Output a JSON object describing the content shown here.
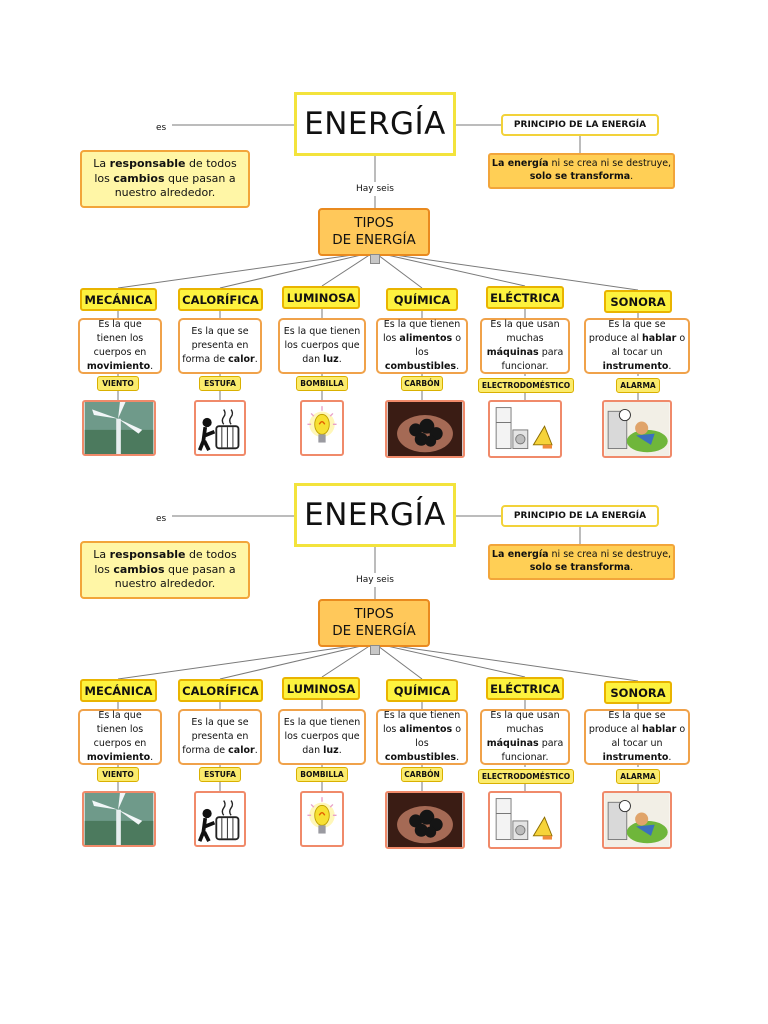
{
  "maps": [
    {
      "title": "ENERGÍA",
      "es_label": "es",
      "definition": {
        "pre": "La ",
        "b1": "responsable",
        "mid": " de todos los ",
        "b2": "cambios",
        "post": " que pasan a nuestro alrededor."
      },
      "principle_title": "PRINCIPIO DE LA ENERGÍA",
      "principle_text": {
        "b1": "La energía",
        "mid": " ni se crea ni se destruye, ",
        "b2": "solo se transforma",
        "post": "."
      },
      "hay_label": "Hay seis",
      "tipos_line1": "TIPOS",
      "tipos_line2": "DE ENERGÍA",
      "categories": [
        {
          "name": "MECÁNICA",
          "desc": {
            "pre": "Es la que tienen los cuerpos en ",
            "b": "movimiento",
            "post": "."
          },
          "example": "VIENTO",
          "image_icon": "wind-turbine-icon"
        },
        {
          "name": "CALORÍFICA",
          "desc": {
            "pre": "Es la que se presenta en forma de ",
            "b": "calor",
            "post": "."
          },
          "example": "ESTUFA",
          "image_icon": "heater-icon"
        },
        {
          "name": "LUMINOSA",
          "desc": {
            "pre": "Es la que tienen los cuerpos que dan ",
            "b": "luz",
            "post": "."
          },
          "example": "BOMBILLA",
          "image_icon": "lightbulb-icon"
        },
        {
          "name": "QUÍMICA",
          "desc": {
            "pre": "Es la que tienen los ",
            "b": "alimentos",
            "mid": " o los ",
            "b2": "combustibles",
            "post": "."
          },
          "example": "CARBÓN",
          "image_icon": "coal-icon"
        },
        {
          "name": "ELÉCTRICA",
          "desc": {
            "pre": "Es la que usan muchas ",
            "b": "máquinas",
            "post": " para funcionar."
          },
          "example": "ELECTRODOMÉSTICO",
          "image_icon": "appliances-icon"
        },
        {
          "name": "SONORA",
          "desc": {
            "pre": "Es la que se produce al ",
            "b": "hablar",
            "mid": " o al tocar un ",
            "b2": "instrumento",
            "post": "."
          },
          "example": "ALARMA",
          "image_icon": "alarm-clock-icon"
        }
      ]
    },
    {
      "title": "ENERGÍA",
      "es_label": "es",
      "definition": {
        "pre": "La ",
        "b1": "responsable",
        "mid": " de todos los ",
        "b2": "cambios",
        "post": " que pasan a nuestro alrededor."
      },
      "principle_title": "PRINCIPIO DE LA ENERGÍA",
      "principle_text": {
        "b1": "La energía",
        "mid": " ni se crea ni se destruye, ",
        "b2": "solo se transforma",
        "post": "."
      },
      "hay_label": "Hay seis",
      "tipos_line1": "TIPOS",
      "tipos_line2": "DE ENERGÍA",
      "categories": [
        {
          "name": "MECÁNICA",
          "desc": {
            "pre": "Es la que tienen los cuerpos en ",
            "b": "movimiento",
            "post": "."
          },
          "example": "VIENTO",
          "image_icon": "wind-turbine-icon"
        },
        {
          "name": "CALORÍFICA",
          "desc": {
            "pre": "Es la que se presenta en forma de ",
            "b": "calor",
            "post": "."
          },
          "example": "ESTUFA",
          "image_icon": "heater-icon"
        },
        {
          "name": "LUMINOSA",
          "desc": {
            "pre": "Es la que tienen los cuerpos que dan ",
            "b": "luz",
            "post": "."
          },
          "example": "BOMBILLA",
          "image_icon": "lightbulb-icon"
        },
        {
          "name": "QUÍMICA",
          "desc": {
            "pre": "Es la que tienen los ",
            "b": "alimentos",
            "mid": " o los ",
            "b2": "combustibles",
            "post": "."
          },
          "example": "CARBÓN",
          "image_icon": "coal-icon"
        },
        {
          "name": "ELÉCTRICA",
          "desc": {
            "pre": "Es la que usan muchas ",
            "b": "máquinas",
            "post": " para funcionar."
          },
          "example": "ELECTRODOMÉSTICO",
          "image_icon": "appliances-icon"
        },
        {
          "name": "SONORA",
          "desc": {
            "pre": "Es la que se produce al ",
            "b": "hablar",
            "mid": " o al tocar un ",
            "b2": "instrumento",
            "post": "."
          },
          "example": "ALARMA",
          "image_icon": "alarm-clock-icon"
        }
      ]
    }
  ]
}
